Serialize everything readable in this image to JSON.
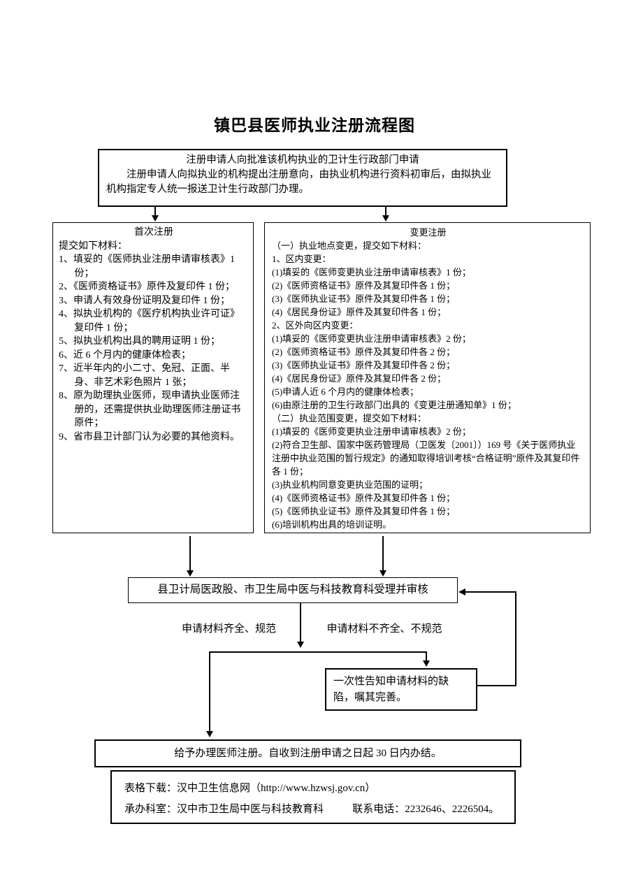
{
  "page": {
    "title": "镇巴县医师执业注册流程图"
  },
  "top_box": {
    "line1": "注册申请人向批准该机构执业的卫计生行政部门申请",
    "line2": "注册申请人向拟执业的机构提出注册意向，由执业机构进行资料初审后，由拟执业机构指定专人统一报送卫计生行政部门办理。"
  },
  "first_registration": {
    "title": "首次注册",
    "intro": "提交如下材料：",
    "items": [
      {
        "text": "1、填妥的《医师执业注册申请审核表》1 份；",
        "hang": true
      },
      {
        "text": "2、《医师资格证书》原件及复印件 1 份；",
        "hang": false
      },
      {
        "text": "3、申请人有效身份证明及复印件 1 份；",
        "hang": false
      },
      {
        "text": "4、拟执业机构的《医疗机构执业许可证》复印件 1 份；",
        "hang": true
      },
      {
        "text": "5、拟执业机构出具的聘用证明 1 份；",
        "hang": false
      },
      {
        "text": "6、近 6 个月内的健康体检表；",
        "hang": false
      },
      {
        "text": "7、近半年内的小二寸、免冠、正面、半身、非艺术彩色照片 1 张；",
        "hang": true
      },
      {
        "text": "8、原为助理执业医师，现申请执业医师注册的，还需提供执业助理医师注册证书原件；",
        "hang": true
      },
      {
        "text": "9、省市县卫计部门认为必要的其他资料。",
        "hang": false
      }
    ]
  },
  "change_registration": {
    "title": "变更注册",
    "lines": [
      "（一）执业地点变更，提交如下材料：",
      "1、区内变更：",
      "(1)填妥的《医师变更执业注册申请审核表》1 份；",
      "(2)《医师资格证书》原件及其复印件各 1 份；",
      "(3)《医师执业证书》原件及其复印件各 1 份；",
      "(4)《居民身份证》原件及其复印件各 1 份；",
      "2、区外向区内变更：",
      "(1)填妥的《医师变更执业注册申请审核表》2 份；",
      "(2)《医师资格证书》原件及其复印件各 2 份；",
      "(3)《医师执业证书》原件及其复印件各 2 份；",
      "(4)《居民身份证》原件及其复印件各 2 份；",
      "(5)申请人近 6 个月内的健康体检表；",
      "(6)由原注册的卫生行政部门出具的《变更注册通知单》1 份；",
      "（二）执业范围变更，提交如下材料：",
      "(1)填妥的《医师变更执业注册申请审核表》2 份；",
      "(2)符合卫生部、国家中医药管理局（卫医发〔2001〕）169 号《关于医师执业注册中执业范围的暂行规定》的通知取得培训考核“合格证明”原件及其复印件各 1 份；",
      "(3)执业机构同意变更执业范围的证明；",
      "(4)《医师资格证书》原件及其复印件各 1 份；",
      "(5)《医师执业证书》原件及其复印件各 1 份；",
      "(6)培训机构出具的培训证明。"
    ]
  },
  "review_box": {
    "text": "县卫计局医政股、市卫生局中医与科技教育科受理并审核"
  },
  "branch_labels": {
    "complete": "申请材料齐全、规范",
    "incomplete": "申请材料不齐全、不规范"
  },
  "defect_box": {
    "text": "一次性告知申请材料的缺陷，嘱其完善。"
  },
  "final_box": {
    "text": "给予办理医师注册。自收到注册申请之日起 30 日内办结。"
  },
  "footer_box": {
    "line1": "表格下载：汉中卫生信息网（http://www.hzwsj.gov.cn）",
    "line2_label": "承办科室：汉中市卫生局中医与科技教育科",
    "line2_phone": "联系电话：2232646、2226504。"
  }
}
